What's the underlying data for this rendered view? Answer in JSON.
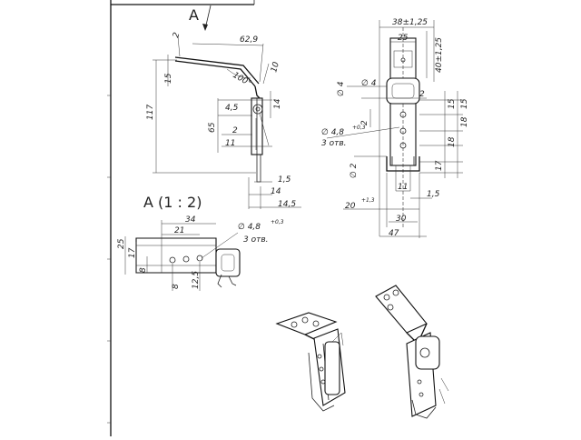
{
  "drawing": {
    "view_label_a": "A",
    "detail_title": "A (1 : 2)",
    "side_view": {
      "d_2": "2",
      "d_62_9": "62,9",
      "d_10": "10",
      "d_15": "15",
      "d_100": "100°",
      "d_117": "117",
      "d_4_5": "4,5",
      "d_14_top": "14",
      "d_65": "65",
      "d_2b": "2",
      "d_11": "11",
      "d_1_5": "1,5",
      "d_14": "14",
      "d_14_5": "14,5"
    },
    "front_view": {
      "d_38": "38±1,25",
      "d_25": "25",
      "d_40": "40±1,25",
      "d_dia4a": "∅ 4",
      "d_dia4b": "∅ 4",
      "d_2": "2",
      "d_15": "15",
      "d_15b": "15",
      "d_dia4_8": "∅ 4,8",
      "d_tol": "+0,3",
      "d_2c": "2",
      "d_holes": "3 отв.",
      "d_18a": "18",
      "d_18b": "18",
      "d_dia2": "∅ 2",
      "d_17": "17",
      "d_11": "11",
      "d_1_5": "1,5",
      "d_20": "20",
      "d_20tol": "+1,3",
      "d_30": "30",
      "d_47": "47"
    },
    "detail_view": {
      "d_34": "34",
      "d_21": "21",
      "d_dia4_8": "∅ 4,8",
      "d_tol": "+0,3",
      "d_holes": "3 отв.",
      "d_25": "25",
      "d_17": "17",
      "d_8": "8",
      "d_12_5": "12,5",
      "d_8b": "8"
    }
  }
}
